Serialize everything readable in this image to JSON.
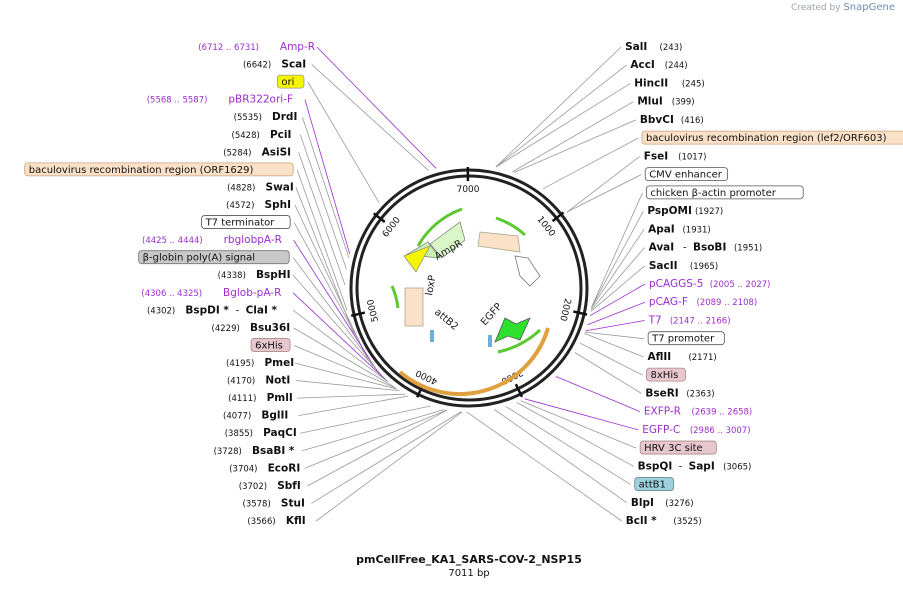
{
  "credit": {
    "prefix": "Created by",
    "brand": "SnapGene"
  },
  "plasmid": {
    "name": "pmCellFree_KA1_SARS-COV-2_NSP15",
    "length_label": "7011 bp",
    "length": 7011
  },
  "ruler": [
    "1000",
    "2000",
    "3000",
    "4000",
    "5000",
    "6000",
    "7000"
  ],
  "colors": {
    "site": "#000000",
    "primer": "#9b2dcf",
    "feature_fill": "#fbe1c8",
    "feature_stroke": "#c9a07a",
    "green": "#5ec832",
    "yellow": "#f5f500",
    "gray_box": "#c8c8c8",
    "pink_box": "#e7c7cf",
    "blue_box": "#9fd0de"
  },
  "labels": {
    "right": [
      {
        "kind": "site",
        "name": "SalI",
        "pos": "(243)"
      },
      {
        "kind": "site",
        "name": "AccI",
        "pos": "(244)"
      },
      {
        "kind": "site",
        "name": "HincII",
        "pos": "(245)"
      },
      {
        "kind": "site",
        "name": "MluI",
        "pos": "(399)"
      },
      {
        "kind": "site",
        "name": "BbvCI",
        "pos": "(416)"
      },
      {
        "kind": "feature",
        "name": "baculovirus recombination region (lef2/ORF603)"
      },
      {
        "kind": "site",
        "name": "FseI",
        "pos": "(1017)"
      },
      {
        "kind": "feature",
        "name": "CMV enhancer"
      },
      {
        "kind": "feature",
        "name": "chicken β-actin promoter"
      },
      {
        "kind": "site",
        "name": "PspOMI",
        "pos": "(1927)"
      },
      {
        "kind": "site",
        "name": "ApaI",
        "pos": "(1931)"
      },
      {
        "kind": "site",
        "name": "AvaI",
        "name2": "BsoBI",
        "pos": "(1951)"
      },
      {
        "kind": "site",
        "name": "SacII",
        "pos": "(1965)"
      },
      {
        "kind": "primer",
        "name": "pCAGGS-5",
        "pos": "(2005 .. 2027)"
      },
      {
        "kind": "primer",
        "name": "pCAG-F",
        "pos": "(2089 .. 2108)"
      },
      {
        "kind": "primer",
        "name": "T7",
        "pos": "(2147 .. 2166)"
      },
      {
        "kind": "feature",
        "name": "T7 promoter"
      },
      {
        "kind": "site",
        "name": "AflII",
        "pos": "(2171)"
      },
      {
        "kind": "feature",
        "name": "8xHis"
      },
      {
        "kind": "site",
        "name": "BseRI",
        "pos": "(2363)"
      },
      {
        "kind": "primer",
        "name": "EXFP-R",
        "pos": "(2639 .. 2658)"
      },
      {
        "kind": "primer",
        "name": "EGFP-C",
        "pos": "(2986 .. 3007)"
      },
      {
        "kind": "feature",
        "name": "HRV 3C site"
      },
      {
        "kind": "site",
        "name": "BspQI",
        "name2": "SapI",
        "pos": "(3065)"
      },
      {
        "kind": "feature",
        "name": "attB1"
      },
      {
        "kind": "site",
        "name": "BlpI",
        "pos": "(3276)"
      },
      {
        "kind": "site",
        "name": "BclI *",
        "pos": "(3525)"
      }
    ],
    "left": [
      {
        "kind": "primer",
        "name": "Amp-R",
        "pos": "(6712 .. 6731)"
      },
      {
        "kind": "site",
        "name": "ScaI",
        "pos": "(6642)"
      },
      {
        "kind": "feature",
        "name": "ori"
      },
      {
        "kind": "primer",
        "name": "pBR322ori-F",
        "pos": "(5568 .. 5587)"
      },
      {
        "kind": "site",
        "name": "DrdI",
        "pos": "(5535)"
      },
      {
        "kind": "site",
        "name": "PciI",
        "pos": "(5428)"
      },
      {
        "kind": "site",
        "name": "AsiSI",
        "pos": "(5284)"
      },
      {
        "kind": "feature",
        "name": "baculovirus recombination region (ORF1629)"
      },
      {
        "kind": "site",
        "name": "SwaI",
        "pos": "(4828)"
      },
      {
        "kind": "site",
        "name": "SphI",
        "pos": "(4572)"
      },
      {
        "kind": "feature",
        "name": "T7 terminator"
      },
      {
        "kind": "primer",
        "name": "rbglobpA-R",
        "pos": "(4425 .. 4444)"
      },
      {
        "kind": "feature",
        "name": "β-globin poly(A) signal"
      },
      {
        "kind": "site",
        "name": "BspHI",
        "pos": "(4338)"
      },
      {
        "kind": "primer",
        "name": "Bglob-pA-R",
        "pos": "(4306 .. 4325)"
      },
      {
        "kind": "site",
        "name": "BspDI *",
        "name2": "ClaI *",
        "pos": "(4302)"
      },
      {
        "kind": "site",
        "name": "Bsu36I",
        "pos": "(4229)"
      },
      {
        "kind": "feature",
        "name": "6xHis"
      },
      {
        "kind": "site",
        "name": "PmeI",
        "pos": "(4195)"
      },
      {
        "kind": "site",
        "name": "NotI",
        "pos": "(4170)"
      },
      {
        "kind": "site",
        "name": "PmlI",
        "pos": "(4111)"
      },
      {
        "kind": "site",
        "name": "BglII",
        "pos": "(4077)"
      },
      {
        "kind": "site",
        "name": "PaqCI",
        "pos": "(3855)"
      },
      {
        "kind": "site",
        "name": "BsaBI *",
        "pos": "(3728)"
      },
      {
        "kind": "site",
        "name": "EcoRI",
        "pos": "(3704)"
      },
      {
        "kind": "site",
        "name": "SbfI",
        "pos": "(3702)"
      },
      {
        "kind": "site",
        "name": "StuI",
        "pos": "(3578)"
      },
      {
        "kind": "site",
        "name": "KflI",
        "pos": "(3566)"
      }
    ]
  },
  "inner_features": [
    "AmpR",
    "loxP",
    "attB2",
    "EGFP"
  ]
}
